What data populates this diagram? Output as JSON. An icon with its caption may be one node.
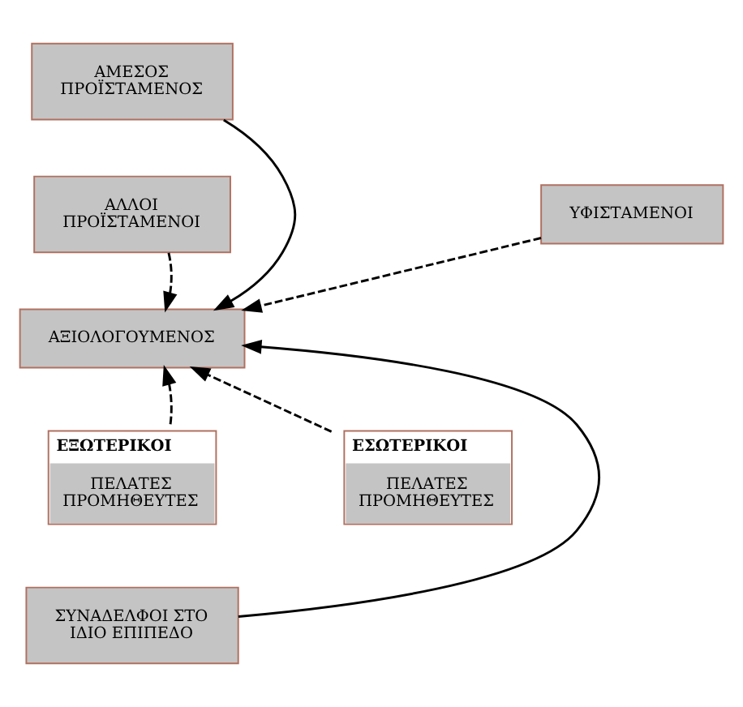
{
  "diagram": {
    "nodes": [
      {
        "text": [
          "ΑΜΕΣΟΣ ΠΡΟΪΣΤΑΜΕΝΟΣ"
        ]
      },
      {
        "text": [
          "ΥΦΙΣΤΑΜΕΝΟΙ"
        ]
      },
      {
        "text": [
          "ΑΛΛΟΙ ΠΡΟΪΣΤΑΜΕΝΟΙ"
        ]
      },
      {
        "text": [
          "ΑΞΙΟΛΟΓΟΥΜΕΝΟΣ"
        ]
      },
      {
        "text": [
          "ΕΣΩΤΕΡΙΚΟΙ",
          "ΠΕΛΑΤΕΣ ΠΡΟΜΗΘΕΥΤΕΣ"
        ]
      },
      {
        "text": [
          "ΕΞΩΤΕΡΙΚΟΙ",
          "ΠΕΛΑΤΕΣ ΠΡΟΜΗΘΕΥΤΕΣ"
        ]
      },
      {
        "text": [
          "ΣΥΝΑΔΕΛΦΟΙ ΣΤΟ ΙΔΙΟ ΕΠΙΠΕΔΟ"
        ]
      }
    ],
    "edges": [
      {
        "from": 0,
        "to": 3,
        "arrow": "to"
      },
      {
        "from": 1,
        "to": 3,
        "arrow": "to",
        "style": "dashed"
      },
      {
        "from": 2,
        "to": 3,
        "arrow": "to",
        "style": "dashed"
      },
      {
        "from": 4,
        "to": 3,
        "arrow": "to",
        "style": "dashed"
      },
      {
        "from": 5,
        "to": 3,
        "arrow": "to",
        "style": "dashed"
      },
      {
        "from": 6,
        "to": 3,
        "arrow": "to"
      }
    ]
  }
}
